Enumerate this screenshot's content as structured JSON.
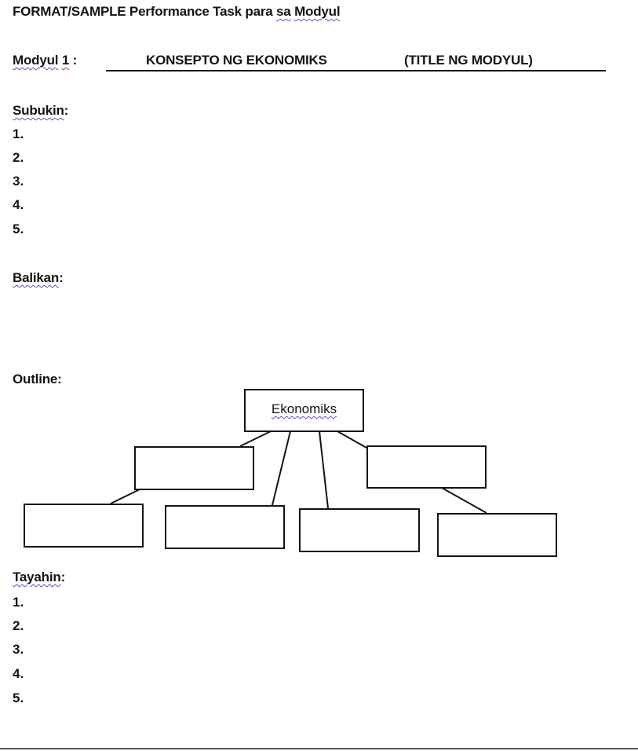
{
  "document": {
    "heading": {
      "prefix": "FORMAT/SAMPLE Performance Task para ",
      "word_sa": "sa",
      "space": " ",
      "word_modyul": "Modyul"
    },
    "module_line": {
      "label": "Modyul",
      "number": "1",
      "colon": " :",
      "title": "KONSEPTO NG EKONOMIKS",
      "title_note": "(TITLE NG MODYUL)"
    },
    "subukin": {
      "label": "Subukin",
      "colon": ":",
      "items": [
        "1.",
        "2.",
        "3.",
        "4.",
        "5."
      ]
    },
    "balikan": {
      "label": "Balikan",
      "colon": ":"
    },
    "outline": {
      "label": "Outline:",
      "root_label": "Ekonomiks",
      "boxes": {
        "level2_left": "",
        "level2_right": "",
        "bottom_1": "",
        "bottom_2": "",
        "bottom_3": "",
        "bottom_4": ""
      }
    },
    "tayahin": {
      "label": "Tayahin",
      "colon": ":",
      "items": [
        "1.",
        "2.",
        "3.",
        "4.",
        "5."
      ]
    },
    "colors": {
      "text": "#141414",
      "spellcheck_blue": "#5a4fcf",
      "spellcheck_red": "#d03030",
      "box_border": "#141414"
    }
  }
}
